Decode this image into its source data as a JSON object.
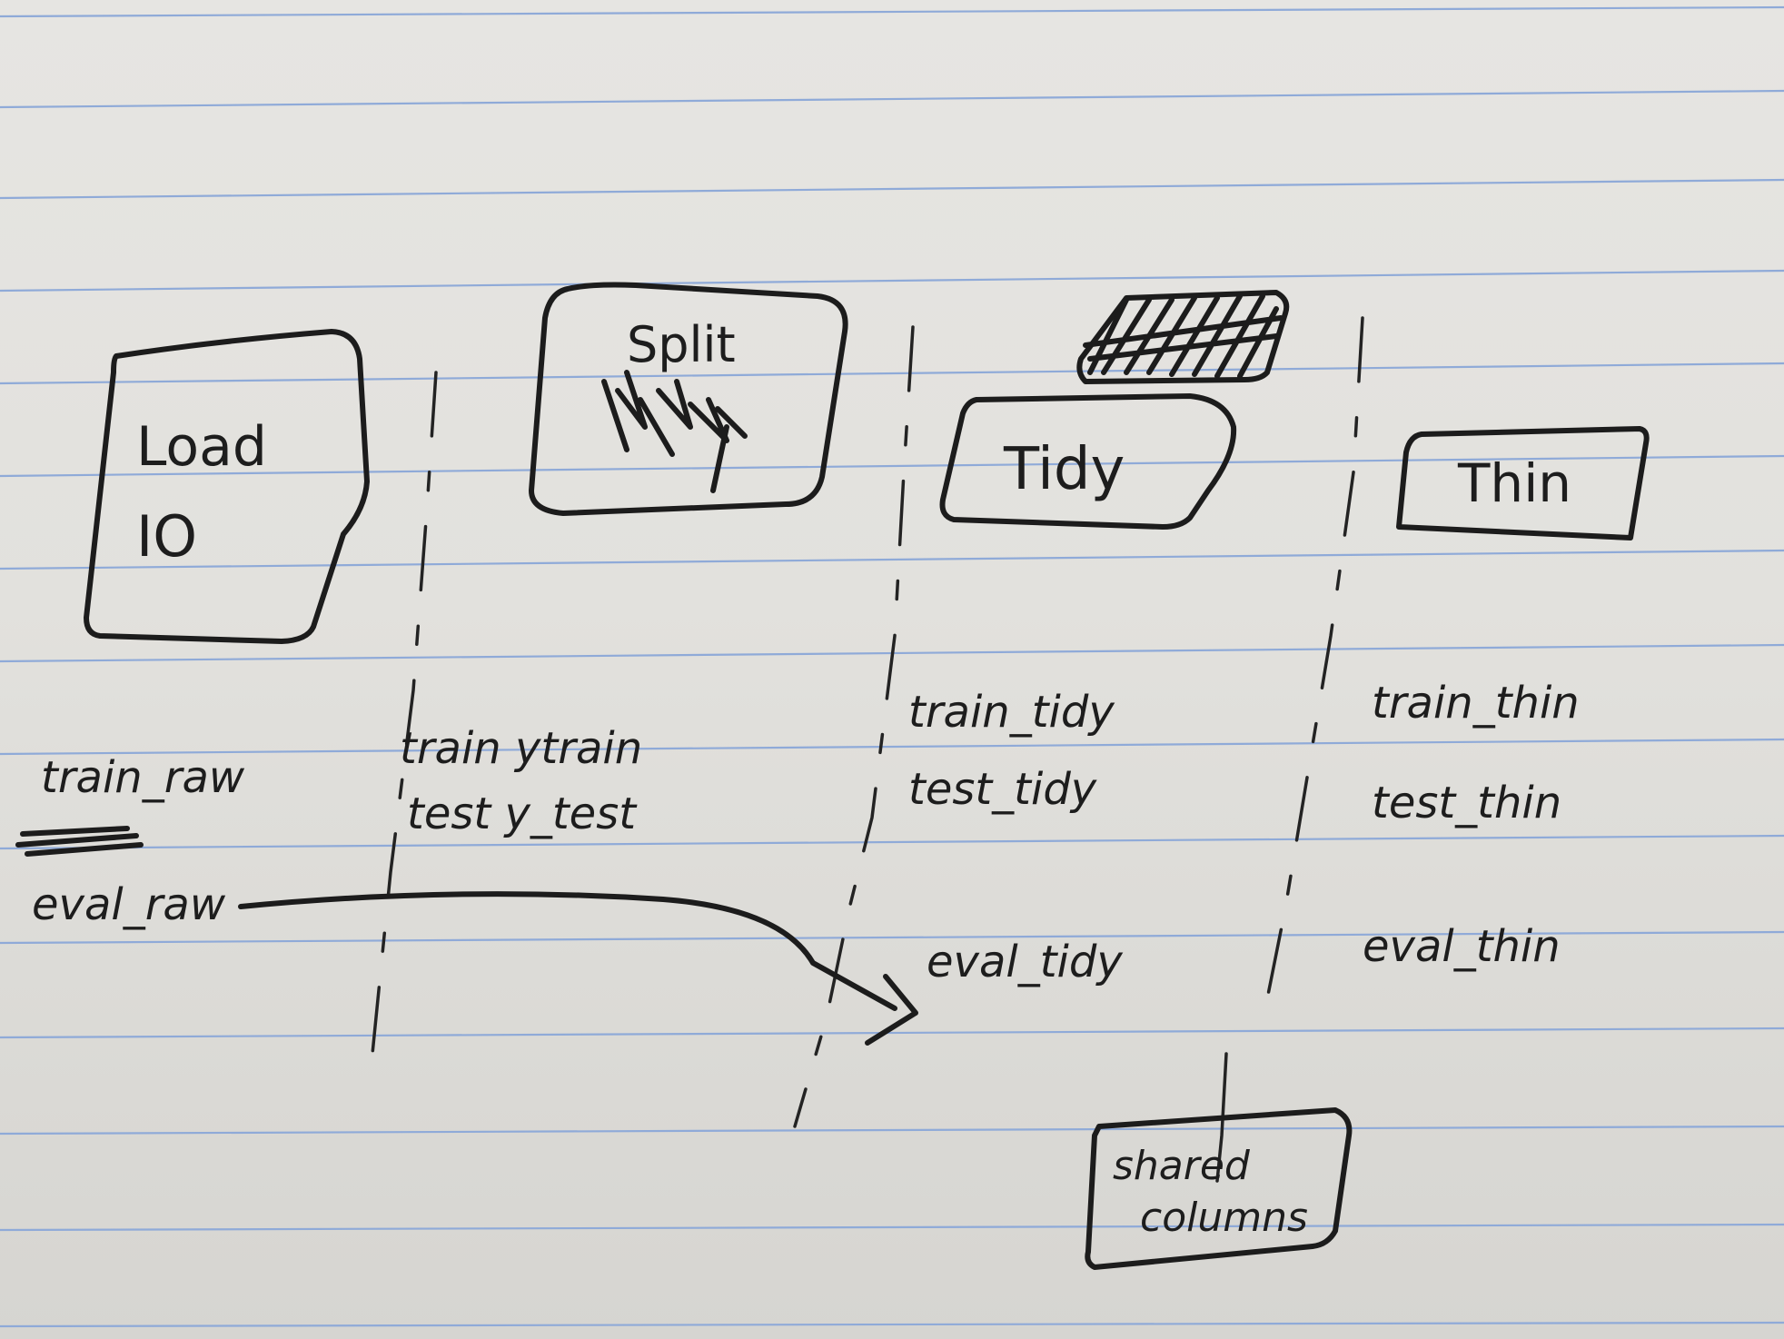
{
  "stages": [
    {
      "id": "load",
      "label_line1": "Load",
      "label_line2": "IO"
    },
    {
      "id": "split",
      "label": "Split"
    },
    {
      "id": "tidy",
      "label": "Tidy"
    },
    {
      "id": "thin",
      "label": "Thin"
    }
  ],
  "outputs": {
    "load": [
      "train_raw",
      "eval_raw"
    ],
    "split": [
      "train ytrain",
      "test y_test"
    ],
    "tidy": [
      "train_tidy",
      "test_tidy",
      "eval_tidy"
    ],
    "thin": [
      "train_thin",
      "test_thin",
      "eval_thin"
    ]
  },
  "shared_box": {
    "line1": "shared",
    "line2": "columns"
  },
  "colors": {
    "ink": "#1c1c1c",
    "paper": "#e4e3df",
    "rule_line": "#8faad8"
  }
}
